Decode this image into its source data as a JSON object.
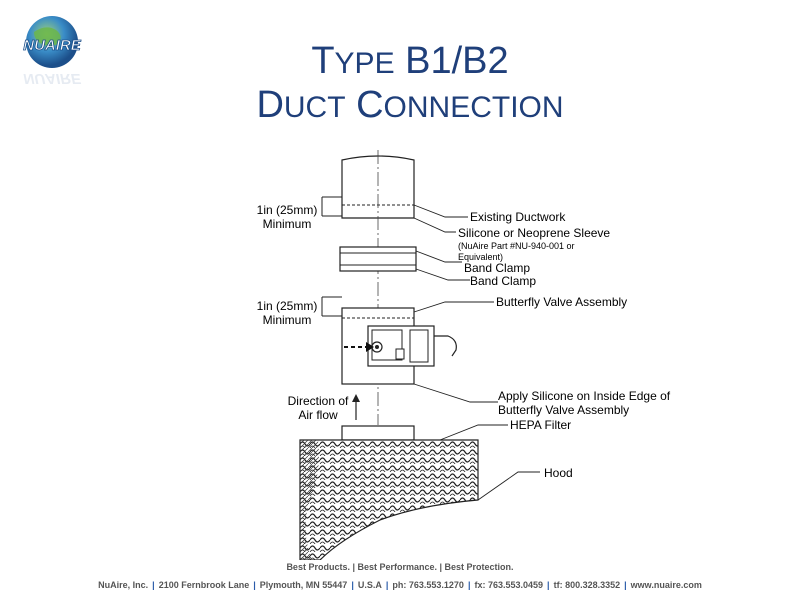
{
  "header": {
    "logo_text": "NUAIRE",
    "title_line1": {
      "first_big": "T",
      "first_small": "YPE",
      "rest": " B1/B2"
    },
    "title_line2": {
      "w1_big": "D",
      "w1_small": "UCT",
      "w2_big": " C",
      "w2_small": "ONNECTION"
    }
  },
  "labels": {
    "min_top": "1in (25mm) Minimum",
    "min_bottom": "1in (25mm) Minimum",
    "direction": "Direction of Air flow",
    "existing_ductwork": "Existing Ductwork",
    "sleeve": "Silicone or Neoprene Sleeve",
    "part_number": "(NuAire Part #NU-940-001 or Equivalent)",
    "band_clamp_1": "Band Clamp",
    "band_clamp_2": "Band Clamp",
    "butterfly": "Butterfly Valve Assembly",
    "apply_silicone": "Apply Silicone on Inside Edge of Butterfly Valve Assembly",
    "hepa": "HEPA Filter",
    "hood": "Hood"
  },
  "footer": {
    "tagline": "Best Products. | Best Performance. | Best Protection.",
    "company": "NuAire, Inc.",
    "address": "2100 Fernbrook Lane",
    "city": "Plymouth, MN 55447",
    "country": "U.S.A",
    "phone": "ph: 763.553.1270",
    "fax": "fx: 763.553.0459",
    "tollfree": "tf: 800.328.3352",
    "web": "www.nuaire.com"
  },
  "colors": {
    "title": "#1f3f7a",
    "footer_sep": "#2a5caa"
  }
}
